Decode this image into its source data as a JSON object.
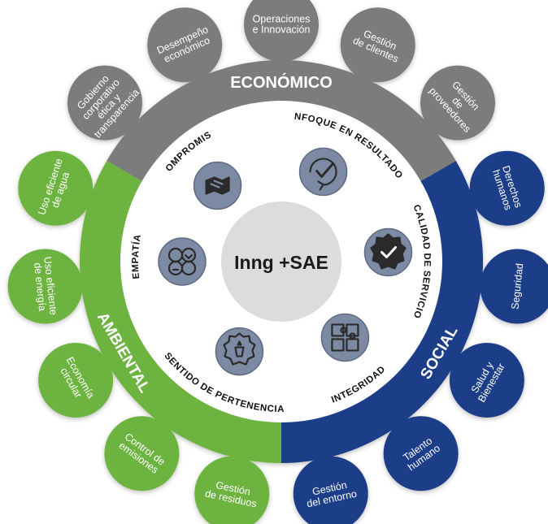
{
  "center": {
    "label": "Inng +SAE"
  },
  "sectors": [
    {
      "key": "economic",
      "title": "ECONÓMICO",
      "color": "#7c7c7c",
      "petals": [
        [
          "Gobierno",
          "corporativo",
          "ética y",
          "transparencia"
        ],
        [
          "Desempeño",
          "económico"
        ],
        [
          "Operaciones",
          "e  Innovación"
        ],
        [
          "Gestión",
          "de clientes"
        ],
        [
          "Gestión",
          "de",
          "proveedores"
        ]
      ]
    },
    {
      "key": "social",
      "title": "SOCIAL",
      "color": "#1f3c88",
      "petals": [
        [
          "Derechos",
          "humanos"
        ],
        [
          "Seguridad"
        ],
        [
          "Salud y",
          "Bienestar"
        ],
        [
          "Talento",
          "humano"
        ],
        [
          "Gestión",
          "del entorno"
        ]
      ]
    },
    {
      "key": "environmental",
      "title": "AMBIENTAL",
      "color": "#6db33f",
      "petals": [
        [
          "Gestión",
          "de residuos"
        ],
        [
          "Control de",
          "emisiones"
        ],
        [
          "Economía",
          "circular"
        ],
        [
          "Uso eficiente",
          "de energía"
        ],
        [
          "Uso eficiente",
          "de agua"
        ]
      ]
    }
  ],
  "values": [
    {
      "label": "COMPROMISO",
      "icon": "handshake-icon"
    },
    {
      "label": "ENFOQUE EN RESULTADOS",
      "icon": "refresh-check-icon"
    },
    {
      "label": "CALIDAD DE SERVICIO",
      "icon": "quality-badge-icon"
    },
    {
      "label": "INTEGRIDAD",
      "icon": "puzzle-icon"
    },
    {
      "label": "SENTIDO DE PERTENENCIA",
      "icon": "medal-badge-icon"
    },
    {
      "label": "EMPATÍA",
      "icon": "emotions-icon"
    }
  ],
  "colors": {
    "inner_ring": "#ffffff",
    "center_disc": "#dcdcdc",
    "icon_fill": "#7d8aa3",
    "icon_stroke": "#2b2b2b"
  }
}
